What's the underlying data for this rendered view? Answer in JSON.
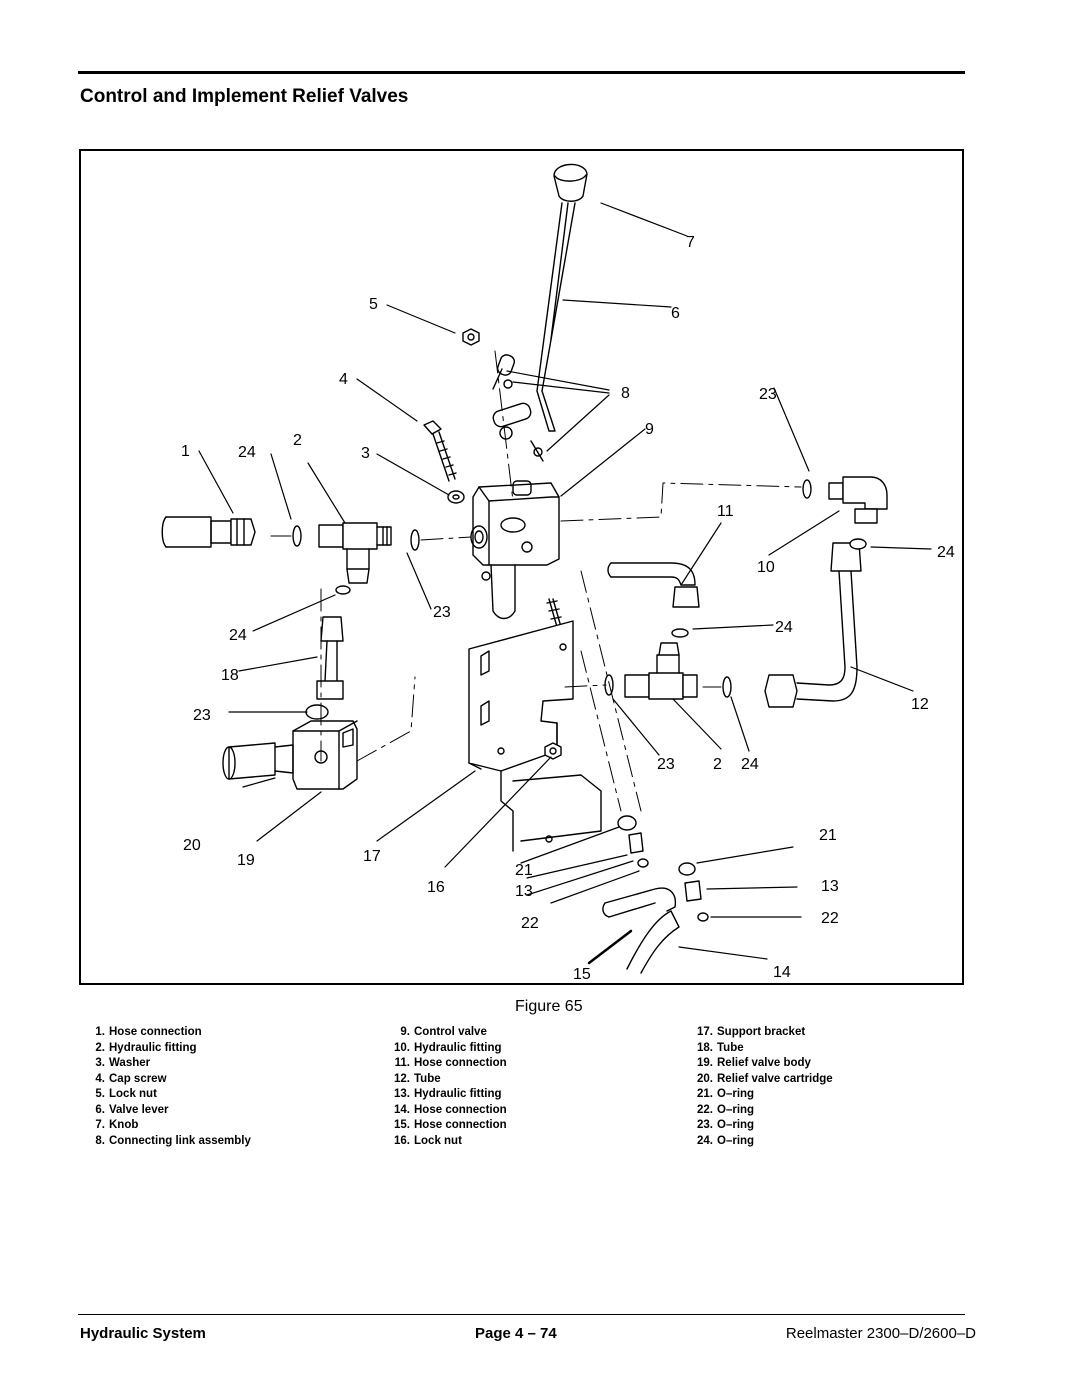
{
  "page": {
    "title": "Control and Implement Relief Valves",
    "figure_caption": "Figure 65"
  },
  "callouts": {
    "c1": "1",
    "c24a": "24",
    "c2a": "2",
    "c3": "3",
    "c4": "4",
    "c5": "5",
    "c6": "6",
    "c7": "7",
    "c8": "8",
    "c9": "9",
    "c23a": "23",
    "c11": "11",
    "c10": "10",
    "c24b": "24",
    "c23b": "23",
    "c24c": "24",
    "c24d": "24",
    "c18": "18",
    "c23c": "23",
    "c12": "12",
    "c23d": "23",
    "c2b": "2",
    "c24e": "24",
    "c20": "20",
    "c19": "19",
    "c17": "17",
    "c21a": "21",
    "c21b": "21",
    "c16": "16",
    "c13a": "13",
    "c13b": "13",
    "c22a": "22",
    "c22b": "22",
    "c15": "15",
    "c14": "14"
  },
  "parts_list": {
    "col1": [
      {
        "num": "1.",
        "label": "Hose connection"
      },
      {
        "num": "2.",
        "label": "Hydraulic fitting"
      },
      {
        "num": "3.",
        "label": "Washer"
      },
      {
        "num": "4.",
        "label": "Cap screw"
      },
      {
        "num": "5.",
        "label": "Lock nut"
      },
      {
        "num": "6.",
        "label": "Valve lever"
      },
      {
        "num": "7.",
        "label": "Knob"
      },
      {
        "num": "8.",
        "label": "Connecting link assembly"
      }
    ],
    "col2": [
      {
        "num": "9.",
        "label": "Control valve"
      },
      {
        "num": "10.",
        "label": "Hydraulic fitting"
      },
      {
        "num": "11.",
        "label": "Hose connection"
      },
      {
        "num": "12.",
        "label": "Tube"
      },
      {
        "num": "13.",
        "label": "Hydraulic fitting"
      },
      {
        "num": "14.",
        "label": "Hose connection"
      },
      {
        "num": "15.",
        "label": "Hose connection"
      },
      {
        "num": "16.",
        "label": "Lock nut"
      }
    ],
    "col3": [
      {
        "num": "17.",
        "label": "Support bracket"
      },
      {
        "num": "18.",
        "label": "Tube"
      },
      {
        "num": "19.",
        "label": "Relief valve body"
      },
      {
        "num": "20.",
        "label": "Relief valve cartridge"
      },
      {
        "num": "21.",
        "label": "O–ring"
      },
      {
        "num": "22.",
        "label": "O–ring"
      },
      {
        "num": "23.",
        "label": "O–ring"
      },
      {
        "num": "24.",
        "label": "O–ring"
      }
    ]
  },
  "footer": {
    "section": "Hydraulic System",
    "page": "Page 4 – 74",
    "model": "Reelmaster 2300–D/2600–D"
  }
}
